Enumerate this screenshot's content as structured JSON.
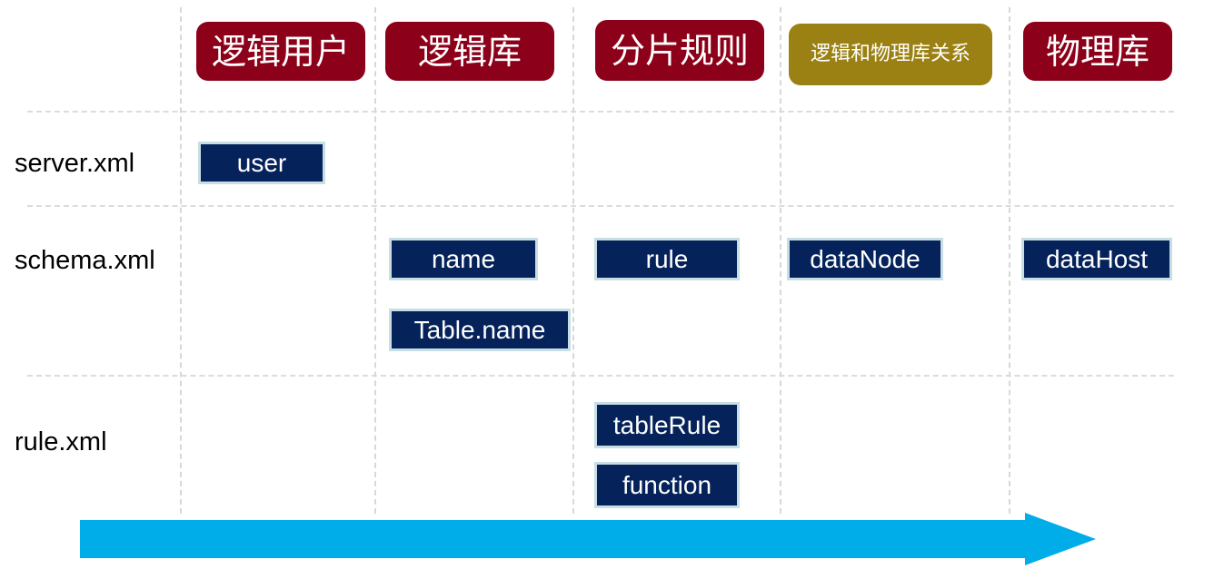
{
  "diagram": {
    "title_row": {
      "headers": [
        {
          "label": "逻辑用户",
          "color": "#8c0019",
          "style": "red"
        },
        {
          "label": "逻辑库",
          "color": "#8c0019",
          "style": "red"
        },
        {
          "label": "分片规则",
          "color": "#8c0019",
          "style": "red"
        },
        {
          "label": "逻辑和物理库关系",
          "color": "#9b8113",
          "style": "olive"
        },
        {
          "label": "物理库",
          "color": "#8c0019",
          "style": "red"
        }
      ]
    },
    "rows": [
      {
        "label": "server.xml"
      },
      {
        "label": "schema.xml"
      },
      {
        "label": "rule.xml"
      }
    ],
    "cells": [
      {
        "row": "server.xml",
        "column": "逻辑用户",
        "label": "user"
      },
      {
        "row": "schema.xml",
        "column": "逻辑库",
        "label": "name"
      },
      {
        "row": "schema.xml",
        "column": "逻辑库",
        "label": "Table.name"
      },
      {
        "row": "schema.xml",
        "column": "分片规则",
        "label": "rule"
      },
      {
        "row": "schema.xml",
        "column": "逻辑和物理库关系",
        "label": "dataNode"
      },
      {
        "row": "schema.xml",
        "column": "物理库",
        "label": "dataHost"
      },
      {
        "row": "rule.xml",
        "column": "分片规则",
        "label": "tableRule"
      },
      {
        "row": "rule.xml",
        "column": "分片规则",
        "label": "function"
      }
    ],
    "colors": {
      "header_red": "#8c0019",
      "header_olive": "#9b8113",
      "cell_fill": "#05235a",
      "cell_border": "#c7dee5",
      "grid_line": "#dcdcdc",
      "arrow": "#00ade8",
      "text_light": "#ffffff",
      "text_dark": "#000000"
    },
    "arrow": {
      "name": "flow-direction-arrow",
      "direction": "right"
    }
  }
}
